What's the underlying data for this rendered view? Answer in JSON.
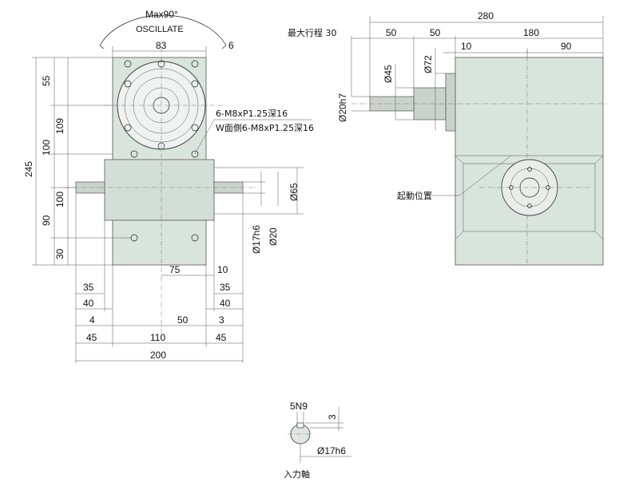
{
  "front_view": {
    "angle_label": "Max90°",
    "mode_label": "OSCILLATE",
    "dims_top": [
      "83",
      "6"
    ],
    "dims_left": [
      "55",
      "109",
      "100",
      "245",
      "100",
      "90",
      "30"
    ],
    "dims_bottom": [
      "75",
      "10",
      "35",
      "35",
      "40",
      "40",
      "4",
      "50",
      "3",
      "45",
      "110",
      "45",
      "200"
    ],
    "dims_right": [
      "Ø65",
      "Ø17h6",
      "Ø20"
    ],
    "note_top_holes": "6-M8xP1.25深16",
    "note_side_holes": "W面側6-M8xP1.25深16"
  },
  "side_view": {
    "stroke_label": "最大行程 30",
    "dims_top": [
      "280",
      "50",
      "50",
      "180",
      "10",
      "90"
    ],
    "dims_diameter": [
      "Ø20h7",
      "Ø45",
      "Ø72"
    ],
    "start_position_label": "起動位置"
  },
  "shaft_detail": {
    "key_width": "5N9",
    "key_depth": "3",
    "diameter": "Ø17h6",
    "caption": "入力軸"
  }
}
